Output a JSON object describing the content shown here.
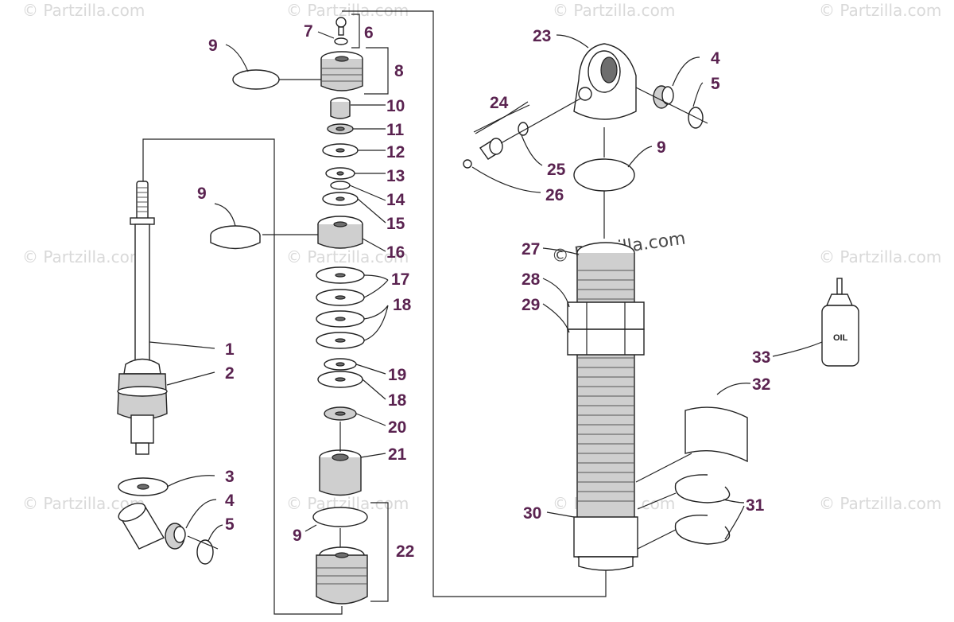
{
  "watermark": {
    "text": "© Partzilla.com"
  },
  "bottle": {
    "label": "OIL"
  },
  "callouts": {
    "c1": "1",
    "c2": "2",
    "c3": "3",
    "c4a": "4",
    "c5a": "5",
    "c4b": "4",
    "c5b": "5",
    "c6": "6",
    "c7": "7",
    "c8": "8",
    "c9a": "9",
    "c9b": "9",
    "c9c": "9",
    "c9d": "9",
    "c10": "10",
    "c11": "11",
    "c12": "12",
    "c13": "13",
    "c14": "14",
    "c15": "15",
    "c16": "16",
    "c17": "17",
    "c18a": "18",
    "c18b": "18",
    "c19": "19",
    "c20": "20",
    "c21": "21",
    "c22": "22",
    "c23": "23",
    "c24": "24",
    "c25": "25",
    "c26": "26",
    "c27": "27",
    "c28": "28",
    "c29": "29",
    "c30": "30",
    "c31": "31",
    "c32": "32",
    "c33": "33"
  }
}
